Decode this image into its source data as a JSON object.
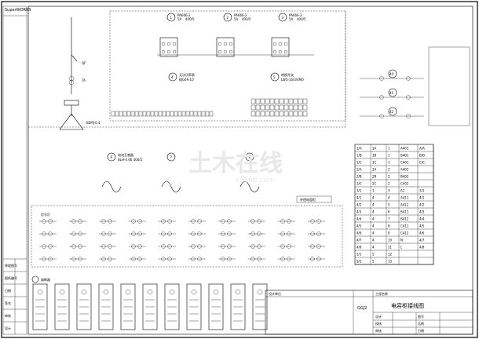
{
  "titleblock_left": {
    "company": "SuperWORKS",
    "rows": [
      "原理图号",
      "图纸编号",
      "日期",
      "签名",
      "审核",
      "设计"
    ]
  },
  "meters": [
    {
      "num": "1",
      "model": "PA666-2",
      "rating": "5A",
      "ratio": "400/5"
    },
    {
      "num": "2",
      "model": "PA666-2",
      "rating": "5A",
      "ratio": "400/5"
    },
    {
      "num": "3",
      "model": "PA666-2",
      "rating": "5A",
      "ratio": "400/5"
    }
  ],
  "reactive": {
    "num": "4",
    "label": "无功功率表",
    "model": "BJG69-10"
  },
  "switch_label": {
    "num": "5",
    "label": "转换开关",
    "model": "LW5-16/3/4M0"
  },
  "protectors": [
    {
      "num": "6",
      "label": "电流互感器",
      "model": "BLH-0.66 400/5"
    },
    {
      "num": "7",
      "label": "",
      "model": ""
    },
    {
      "num": "8",
      "label": "",
      "model": ""
    }
  ],
  "grid_labels": {
    "led": "信号灯",
    "cap_title": "补偿电容柜",
    "fuse": "熔断器"
  },
  "right_meters": [
    "40",
    "41",
    "42"
  ],
  "terminal_table": {
    "rows": [
      [
        "1/A",
        "1A",
        "1",
        "A401",
        "A/A"
      ],
      [
        "1/B",
        "1B",
        "1",
        "B401",
        "B/B"
      ],
      [
        "1/C",
        "1C",
        "1",
        "C401",
        "C/C"
      ],
      [
        "2/A",
        "2A",
        "2",
        "A402",
        ""
      ],
      [
        "2/B",
        "2B",
        "2",
        "B402",
        ""
      ],
      [
        "2/C",
        "2C",
        "2",
        "C402",
        ""
      ],
      [
        "3/1",
        "3",
        "3",
        "A1",
        "3/1"
      ],
      [
        "4/1",
        "4",
        "4",
        "A411",
        "4/1"
      ],
      [
        "4/2",
        "4",
        "5",
        "A412",
        "4/2"
      ],
      [
        "4/3",
        "4",
        "6",
        "B411",
        "4/3"
      ],
      [
        "4/4",
        "4",
        "7",
        "B412",
        "4/4"
      ],
      [
        "4/5",
        "4",
        "8",
        "C411",
        "4/5"
      ],
      [
        "4/6",
        "4",
        "9",
        "C412",
        "4/6"
      ],
      [
        "4/7",
        "4",
        "10",
        "N",
        "4/7"
      ],
      [
        "4/8",
        "4",
        "11",
        "L",
        "4/8"
      ],
      [
        "5/1",
        "5",
        "12",
        "",
        ""
      ],
      [
        "5/2",
        "5",
        "13",
        "",
        ""
      ]
    ]
  },
  "title_block": {
    "drawing_title": "电容柜接线图",
    "code": "GGJ2",
    "rows": [
      [
        "设计",
        "",
        "图号"
      ],
      [
        "校核",
        "",
        "比例"
      ],
      [
        "审核",
        "",
        "日期"
      ]
    ],
    "header_left": "设计单位",
    "header_mid": "工程名称"
  },
  "watermark": {
    "main": "土木在线",
    "sub": "co188.com"
  }
}
